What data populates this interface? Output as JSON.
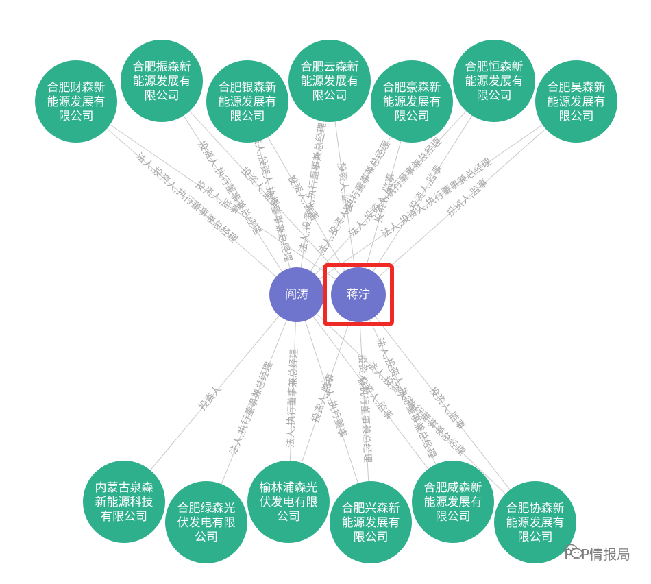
{
  "colors": {
    "company": "#2eb08c",
    "person": "#6f74cd",
    "edge": "#c8c8c8",
    "edge_label": "#a9a9a9",
    "highlight": "#ef2a26"
  },
  "persons": {
    "yantao": {
      "name": "阎涛"
    },
    "jiangning": {
      "name": "蒋泞",
      "highlighted": true
    }
  },
  "companies_top": [
    {
      "id": "t1",
      "lines": [
        "合肥财森新",
        "能源发展有",
        "限公司"
      ]
    },
    {
      "id": "t2",
      "lines": [
        "合肥振森新",
        "能源发展有",
        "限公司"
      ]
    },
    {
      "id": "t3",
      "lines": [
        "合肥银森新",
        "能源发展有",
        "限公司"
      ]
    },
    {
      "id": "t4",
      "lines": [
        "合肥云森新",
        "能源发展有",
        "限公司"
      ]
    },
    {
      "id": "t5",
      "lines": [
        "合肥豪森新",
        "能源发展有",
        "限公司"
      ]
    },
    {
      "id": "t6",
      "lines": [
        "合肥恒森新",
        "能源发展有",
        "限公司"
      ]
    },
    {
      "id": "t7",
      "lines": [
        "合肥昊森新",
        "能源发展有",
        "限公司"
      ]
    }
  ],
  "companies_bottom": [
    {
      "id": "b1",
      "lines": [
        "内蒙古泉森",
        "新能源科技",
        "有限公司"
      ]
    },
    {
      "id": "b2",
      "lines": [
        "合肥绿森光",
        "伏发电有限",
        "公司"
      ]
    },
    {
      "id": "b3",
      "lines": [
        "榆林浦森光",
        "伏发电有限",
        "公司"
      ]
    },
    {
      "id": "b4",
      "lines": [
        "合肥兴森新",
        "能源发展有",
        "限公司"
      ]
    },
    {
      "id": "b5",
      "lines": [
        "合肥威森新",
        "能源发展有",
        "限公司"
      ]
    },
    {
      "id": "b6",
      "lines": [
        "合肥协森新",
        "能源发展有",
        "限公司"
      ]
    }
  ],
  "edges": [
    {
      "from": "t1",
      "to": "yantao",
      "label": "法人,投资人,执行董事兼总经理"
    },
    {
      "from": "t1",
      "to": "jiangning",
      "label": "投资人,监事"
    },
    {
      "from": "t2",
      "to": "yantao",
      "label": "投资人,执行董事兼总经理"
    },
    {
      "from": "t2",
      "to": "jiangning",
      "label": "投资人,监事"
    },
    {
      "from": "t3",
      "to": "yantao",
      "label": "法人,投资人,执行董事兼总经理"
    },
    {
      "from": "t3",
      "to": "jiangning",
      "label": "投资人,监事"
    },
    {
      "from": "t4",
      "to": "yantao",
      "label": "法人,投资人,执行董事兼总经理"
    },
    {
      "from": "t4",
      "to": "jiangning",
      "label": "投资人,监事"
    },
    {
      "from": "t5",
      "to": "yantao",
      "label": "法人,投资人,执行董事兼总经理"
    },
    {
      "from": "t5",
      "to": "jiangning",
      "label": "投资人,监事"
    },
    {
      "from": "t6",
      "to": "yantao",
      "label": "法人,投资人,执行董事兼总经理"
    },
    {
      "from": "t6",
      "to": "jiangning",
      "label": "投资人,监事"
    },
    {
      "from": "t7",
      "to": "yantao",
      "label": "法人,投资人,执行董事兼总经理"
    },
    {
      "from": "t7",
      "to": "jiangning",
      "label": "投资人,监事"
    },
    {
      "from": "b1",
      "to": "yantao",
      "label": "投资人"
    },
    {
      "from": "b2",
      "to": "yantao",
      "label": "法人,执行董事兼总经理"
    },
    {
      "from": "b3",
      "to": "yantao",
      "label": "法人,执行董事兼总经理"
    },
    {
      "from": "b3",
      "to": "jiangning",
      "label": "投资人,监事"
    },
    {
      "from": "b4",
      "to": "yantao",
      "label": "法人,执行董事"
    },
    {
      "from": "b4",
      "to": "jiangning",
      "label": "投资人,执行董事兼总经理"
    },
    {
      "from": "b5",
      "to": "yantao",
      "label": "投资人,监事"
    },
    {
      "from": "b5",
      "to": "jiangning",
      "label": "法人,投资人,执行董事兼总经理"
    },
    {
      "from": "b6",
      "to": "yantao",
      "label": "法人,投资人,执行董事兼总经理"
    },
    {
      "from": "b6",
      "to": "jiangning",
      "label": "投资人,监事"
    }
  ],
  "watermark": {
    "text": "P2P情报局",
    "icon": "wechat-icon"
  }
}
